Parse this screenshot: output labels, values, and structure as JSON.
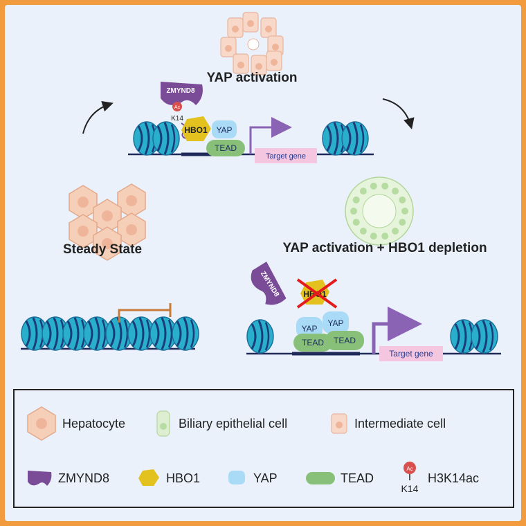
{
  "diagram": {
    "titles": {
      "yap_activation": "YAP activation",
      "steady_state": "Steady State",
      "yap_hbo1": "YAP activation + HBO1 depletion"
    },
    "top_complex": {
      "zmynd8": "ZMYND8",
      "ac": "Ac",
      "k14": "K14",
      "hbo1": "HBO1",
      "yap": "YAP",
      "tead": "TEAD",
      "target": "Target gene"
    },
    "bottom_complex": {
      "zmynd8": "ZMYND8",
      "hbo1": "HBO1",
      "yap1": "YAP",
      "yap2": "YAP",
      "tead1": "TEAD",
      "tead2": "TEAD",
      "target": "Target gene"
    }
  },
  "legend": {
    "hepatocyte": "Hepatocyte",
    "biliary": "Biliary epithelial cell",
    "intermediate": "Intermediate cell",
    "zmynd8": "ZMYND8",
    "hbo1": "HBO1",
    "yap": "YAP",
    "tead": "TEAD",
    "h3k14ac": "H3K14ac",
    "ac": "Ac",
    "k14": "K14"
  },
  "colors": {
    "nucleosome": "#29aecb",
    "nucleosome_dark": "#1d6f9c",
    "dna": "#1f2a5a",
    "zmynd8": "#7a4b97",
    "hbo1": "#e3c21f",
    "yap": "#a9daf6",
    "tead": "#88c07a",
    "target_box": "#f4c6df",
    "arrow": "#8a63b5",
    "repress": "#c77a3a",
    "ac": "#d8504e",
    "hepatocyte": "#f6cfb8",
    "biliary": "#ddefd0",
    "cross": "#e31b1b"
  }
}
